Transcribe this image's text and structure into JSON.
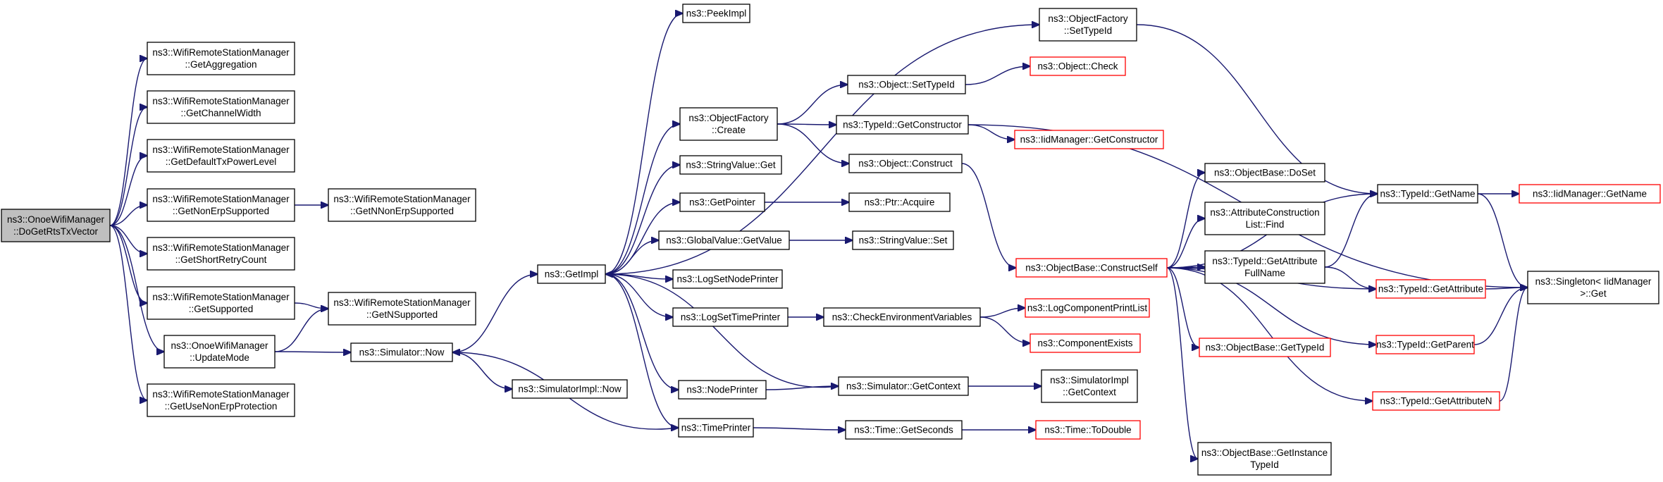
{
  "diagram": {
    "nodes": [
      {
        "id": "root",
        "lines": [
          "ns3::OnoeWifiManager",
          "::DoGetRtsTxVector"
        ],
        "style": "root"
      },
      {
        "id": "getagg",
        "lines": [
          "ns3::WifiRemoteStationManager",
          "::GetAggregation"
        ],
        "style": "normal"
      },
      {
        "id": "getcw",
        "lines": [
          "ns3::WifiRemoteStationManager",
          "::GetChannelWidth"
        ],
        "style": "normal"
      },
      {
        "id": "getdtx",
        "lines": [
          "ns3::WifiRemoteStationManager",
          "::GetDefaultTxPowerLevel"
        ],
        "style": "normal"
      },
      {
        "id": "getnonerp",
        "lines": [
          "ns3::WifiRemoteStationManager",
          "::GetNonErpSupported"
        ],
        "style": "normal"
      },
      {
        "id": "getshort",
        "lines": [
          "ns3::WifiRemoteStationManager",
          "::GetShortRetryCount"
        ],
        "style": "normal"
      },
      {
        "id": "getsup",
        "lines": [
          "ns3::WifiRemoteStationManager",
          "::GetSupported"
        ],
        "style": "normal"
      },
      {
        "id": "updatemode",
        "lines": [
          "ns3::OnoeWifiManager",
          "::UpdateMode"
        ],
        "style": "normal"
      },
      {
        "id": "getusenonerp",
        "lines": [
          "ns3::WifiRemoteStationManager",
          "::GetUseNonErpProtection"
        ],
        "style": "normal"
      },
      {
        "id": "getnnonerp",
        "lines": [
          "ns3::WifiRemoteStationManager",
          "::GetNNonErpSupported"
        ],
        "style": "normal"
      },
      {
        "id": "getnsup",
        "lines": [
          "ns3::WifiRemoteStationManager",
          "::GetNSupported"
        ],
        "style": "normal"
      },
      {
        "id": "simnow",
        "lines": [
          "ns3::Simulator::Now"
        ],
        "style": "normal"
      },
      {
        "id": "simimplnow",
        "lines": [
          "ns3::SimulatorImpl::Now"
        ],
        "style": "normal"
      },
      {
        "id": "getimpl",
        "lines": [
          "ns3::GetImpl"
        ],
        "style": "normal"
      },
      {
        "id": "peekimpl",
        "lines": [
          "ns3::PeekImpl"
        ],
        "style": "normal"
      },
      {
        "id": "ofcreate",
        "lines": [
          "ns3::ObjectFactory",
          "::Create"
        ],
        "style": "normal"
      },
      {
        "id": "svget",
        "lines": [
          "ns3::StringValue::Get"
        ],
        "style": "normal"
      },
      {
        "id": "getpointer",
        "lines": [
          "ns3::GetPointer"
        ],
        "style": "normal"
      },
      {
        "id": "gvgetvalue",
        "lines": [
          "ns3::GlobalValue::GetValue"
        ],
        "style": "normal"
      },
      {
        "id": "logsetnode",
        "lines": [
          "ns3::LogSetNodePrinter"
        ],
        "style": "normal"
      },
      {
        "id": "logsettime",
        "lines": [
          "ns3::LogSetTimePrinter"
        ],
        "style": "normal"
      },
      {
        "id": "nodeprinter",
        "lines": [
          "ns3::NodePrinter"
        ],
        "style": "normal"
      },
      {
        "id": "timeprinter",
        "lines": [
          "ns3::TimePrinter"
        ],
        "style": "normal"
      },
      {
        "id": "ofsettypeid",
        "lines": [
          "ns3::ObjectFactory",
          "::SetTypeId"
        ],
        "style": "normal"
      },
      {
        "id": "objsettypeid",
        "lines": [
          "ns3::Object::SetTypeId"
        ],
        "style": "normal"
      },
      {
        "id": "tidgetctor",
        "lines": [
          "ns3::TypeId::GetConstructor"
        ],
        "style": "normal"
      },
      {
        "id": "objconstruct",
        "lines": [
          "ns3::Object::Construct"
        ],
        "style": "normal"
      },
      {
        "id": "ptracquire",
        "lines": [
          "ns3::Ptr::Acquire"
        ],
        "style": "normal"
      },
      {
        "id": "svset",
        "lines": [
          "ns3::StringValue::Set"
        ],
        "style": "normal"
      },
      {
        "id": "checkenv",
        "lines": [
          "ns3::CheckEnvironmentVariables"
        ],
        "style": "normal"
      },
      {
        "id": "simgetctx",
        "lines": [
          "ns3::Simulator::GetContext"
        ],
        "style": "normal"
      },
      {
        "id": "timegetsec",
        "lines": [
          "ns3::Time::GetSeconds"
        ],
        "style": "normal"
      },
      {
        "id": "objcheck",
        "lines": [
          "ns3::Object::Check"
        ],
        "style": "red"
      },
      {
        "id": "iidgetctor",
        "lines": [
          "ns3::IidManager::GetConstructor"
        ],
        "style": "red"
      },
      {
        "id": "obconstructself",
        "lines": [
          "ns3::ObjectBase::ConstructSelf"
        ],
        "style": "red"
      },
      {
        "id": "logcomplist",
        "lines": [
          "ns3::LogComponentPrintList"
        ],
        "style": "red"
      },
      {
        "id": "compexists",
        "lines": [
          "ns3::ComponentExists"
        ],
        "style": "red"
      },
      {
        "id": "simimplgetctx",
        "lines": [
          "ns3::SimulatorImpl",
          "::GetContext"
        ],
        "style": "normal"
      },
      {
        "id": "timetodouble",
        "lines": [
          "ns3::Time::ToDouble"
        ],
        "style": "red"
      },
      {
        "id": "obdoset",
        "lines": [
          "ns3::ObjectBase::DoSet"
        ],
        "style": "normal"
      },
      {
        "id": "acfind",
        "lines": [
          "ns3::AttributeConstruction",
          "List::Find"
        ],
        "style": "normal"
      },
      {
        "id": "tidgetattrfull",
        "lines": [
          "ns3::TypeId::GetAttribute",
          "FullName"
        ],
        "style": "normal"
      },
      {
        "id": "obgettypeid",
        "lines": [
          "ns3::ObjectBase::GetTypeId"
        ],
        "style": "red"
      },
      {
        "id": "obgetinst",
        "lines": [
          "ns3::ObjectBase::GetInstance",
          "TypeId"
        ],
        "style": "normal"
      },
      {
        "id": "tidgetname",
        "lines": [
          "ns3::TypeId::GetName"
        ],
        "style": "normal"
      },
      {
        "id": "tidgetattr",
        "lines": [
          "ns3::TypeId::GetAttribute"
        ],
        "style": "red"
      },
      {
        "id": "tidgetparent",
        "lines": [
          "ns3::TypeId::GetParent"
        ],
        "style": "red"
      },
      {
        "id": "tidgetattrn",
        "lines": [
          "ns3::TypeId::GetAttributeN"
        ],
        "style": "red"
      },
      {
        "id": "iidgetname",
        "lines": [
          "ns3::IidManager::GetName"
        ],
        "style": "red"
      },
      {
        "id": "singletonget",
        "lines": [
          "ns3::Singleton< IidManager",
          " >::Get"
        ],
        "style": "normal"
      }
    ],
    "edges": [
      [
        "root",
        "getagg"
      ],
      [
        "root",
        "getcw"
      ],
      [
        "root",
        "getdtx"
      ],
      [
        "root",
        "getnonerp"
      ],
      [
        "root",
        "getshort"
      ],
      [
        "root",
        "getsup"
      ],
      [
        "root",
        "updatemode"
      ],
      [
        "root",
        "getusenonerp"
      ],
      [
        "getnonerp",
        "getnnonerp"
      ],
      [
        "getsup",
        "getnsup"
      ],
      [
        "updatemode",
        "getnsup"
      ],
      [
        "updatemode",
        "simnow"
      ],
      [
        "simnow",
        "getimpl"
      ],
      [
        "simnow",
        "simimplnow"
      ],
      [
        "getimpl",
        "peekimpl"
      ],
      [
        "getimpl",
        "ofsettypeid"
      ],
      [
        "getimpl",
        "ofcreate"
      ],
      [
        "getimpl",
        "svget"
      ],
      [
        "getimpl",
        "getpointer"
      ],
      [
        "getimpl",
        "gvgetvalue"
      ],
      [
        "getimpl",
        "logsetnode"
      ],
      [
        "getimpl",
        "logsettime"
      ],
      [
        "getimpl",
        "nodeprinter"
      ],
      [
        "getimpl",
        "timeprinter"
      ],
      [
        "ofcreate",
        "objsettypeid"
      ],
      [
        "ofcreate",
        "tidgetctor"
      ],
      [
        "ofcreate",
        "objconstruct"
      ],
      [
        "getpointer",
        "ptracquire"
      ],
      [
        "gvgetvalue",
        "svset"
      ],
      [
        "logsettime",
        "checkenv"
      ],
      [
        "nodeprinter",
        "simgetctx"
      ],
      [
        "timeprinter",
        "timegetsec"
      ],
      [
        "timeprinter",
        "simnow"
      ],
      [
        "simgetctx",
        "getimpl"
      ],
      [
        "objsettypeid",
        "objcheck"
      ],
      [
        "tidgetctor",
        "iidgetctor"
      ],
      [
        "tidgetctor",
        "singletonget"
      ],
      [
        "ofsettypeid",
        "tidgetname"
      ],
      [
        "objconstruct",
        "obconstructself"
      ],
      [
        "checkenv",
        "logcomplist"
      ],
      [
        "checkenv",
        "compexists"
      ],
      [
        "simgetctx",
        "simimplgetctx"
      ],
      [
        "timegetsec",
        "timetodouble"
      ],
      [
        "obconstructself",
        "tidgetname"
      ],
      [
        "obconstructself",
        "obdoset"
      ],
      [
        "obconstructself",
        "acfind"
      ],
      [
        "obconstructself",
        "tidgetattrfull"
      ],
      [
        "obconstructself",
        "tidgetattr"
      ],
      [
        "obconstructself",
        "obgettypeid"
      ],
      [
        "obconstructself",
        "tidgetparent"
      ],
      [
        "obconstructself",
        "tidgetattrn"
      ],
      [
        "obconstructself",
        "obgetinst"
      ],
      [
        "tidgetattrfull",
        "tidgetname"
      ],
      [
        "tidgetattrfull",
        "tidgetattr"
      ],
      [
        "tidgetname",
        "iidgetname"
      ],
      [
        "tidgetname",
        "singletonget"
      ],
      [
        "tidgetattr",
        "singletonget"
      ],
      [
        "tidgetparent",
        "singletonget"
      ],
      [
        "tidgetattrn",
        "singletonget"
      ]
    ]
  }
}
